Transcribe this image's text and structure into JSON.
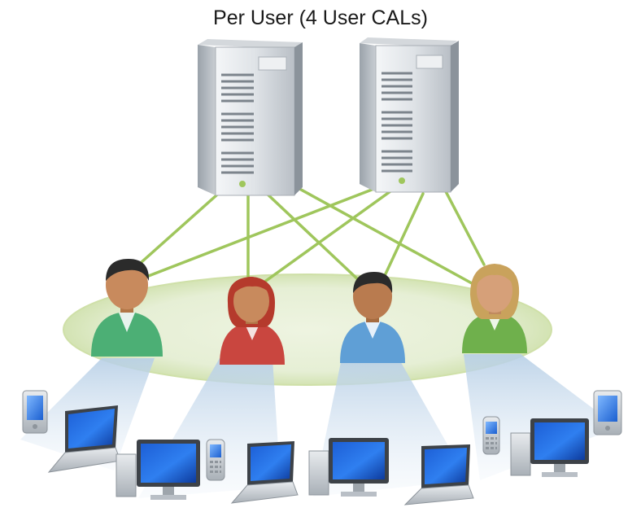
{
  "title": "Per User (4 User CALs)",
  "colors": {
    "connection": "#9fc65c",
    "ellipse": "#dfeac6",
    "beam": "#c7d8ea"
  },
  "servers": [
    {
      "name": "server-1"
    },
    {
      "name": "server-2"
    }
  ],
  "users": [
    {
      "name": "user-1",
      "gender": "male",
      "shirt": "#4caf75",
      "hair": "#2b2b2b",
      "skin": "#c88a5d"
    },
    {
      "name": "user-2",
      "gender": "female",
      "shirt": "#c9463f",
      "hair": "#b53a2c",
      "skin": "#c88a5d"
    },
    {
      "name": "user-3",
      "gender": "male",
      "shirt": "#5f9fd6",
      "hair": "#2b2b2b",
      "skin": "#b97b4f"
    },
    {
      "name": "user-4",
      "gender": "female",
      "shirt": "#6fb04c",
      "hair": "#c9a25c",
      "skin": "#d6a079"
    }
  ],
  "devices": [
    {
      "type": "pda",
      "user": 1
    },
    {
      "type": "laptop",
      "user": 1
    },
    {
      "type": "desktop",
      "user": 2
    },
    {
      "type": "phone",
      "user": 2
    },
    {
      "type": "laptop",
      "user": 2
    },
    {
      "type": "desktop",
      "user": 3
    },
    {
      "type": "laptop",
      "user": 3
    },
    {
      "type": "phone",
      "user": 4
    },
    {
      "type": "desktop",
      "user": 4
    },
    {
      "type": "pda",
      "user": 4
    }
  ]
}
